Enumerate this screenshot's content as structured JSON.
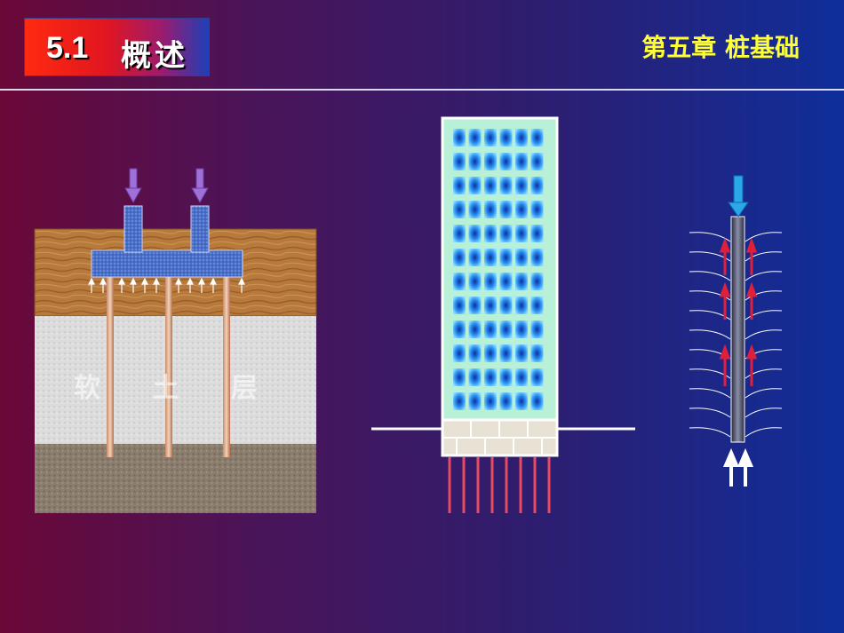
{
  "header": {
    "section_number": "5.1",
    "section_title": "概述",
    "chapter_title": "第五章  桩基础"
  },
  "diagram_left": {
    "soft_soil_label": "软 土 层"
  },
  "colors": {
    "accent_yellow": "#ffff33",
    "pile_red": "#e84a5f",
    "load_purple": "#a070d8",
    "load_blue": "#2aa8e8"
  }
}
